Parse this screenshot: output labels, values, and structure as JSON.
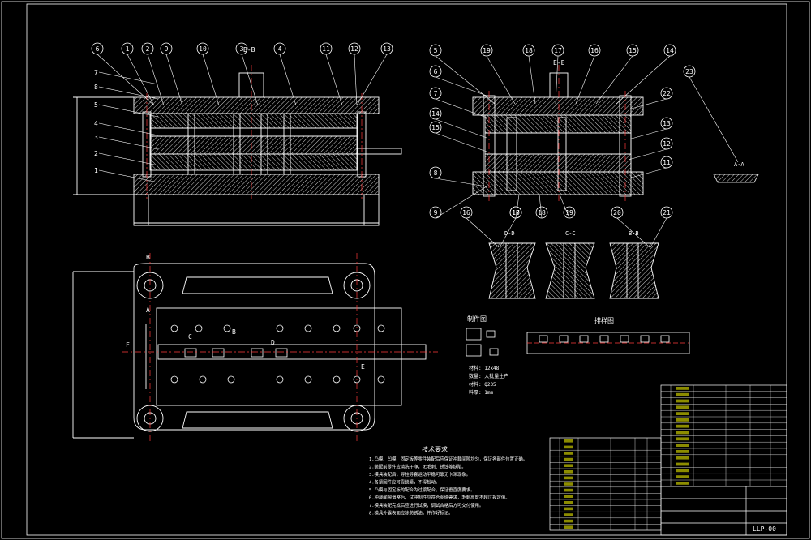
{
  "drawing": {
    "drawing_number": "LLP-00",
    "colors": {
      "background": "#000000",
      "border": "#ffffff",
      "outline": "#ffffff",
      "hatch": "#ffffff",
      "centerline": "#ff3b3b",
      "balloon": "#ffffff",
      "dimension": "#ffffff",
      "block_accent": "#ffff00",
      "dim_text": "#ffffff"
    },
    "main_view": {
      "section_label": "B-B",
      "callouts": [
        "6",
        "1",
        "2",
        "9",
        "10",
        "3",
        "4",
        "11",
        "12",
        "13"
      ],
      "left_callouts": [
        "7",
        "8",
        "5",
        "4",
        "3",
        "2",
        "1"
      ]
    },
    "side_view": {
      "section_label": "E-E",
      "top_callouts": [
        "5",
        "19",
        "18",
        "17",
        "16",
        "15",
        "14"
      ],
      "left_callouts": [
        "6",
        "7",
        "14",
        "15",
        "8",
        "9"
      ],
      "right_callouts": [
        "22",
        "13",
        "12",
        "11"
      ],
      "bottom_callouts": [
        "10",
        "18",
        "19"
      ],
      "detail_label": "A-A",
      "detail_callout": "23"
    },
    "small_sections": [
      {
        "label": "D-D",
        "callout": "16"
      },
      {
        "label": "C-C",
        "callout": "17"
      },
      {
        "label": "B-B",
        "callout": "20"
      },
      {
        "label": "",
        "callout": "21"
      }
    ],
    "plan_view": {
      "labels": [
        "B",
        "A",
        "C",
        "B",
        "D",
        "E",
        "F"
      ]
    },
    "part_drawing": {
      "title": "制件图",
      "notes": [
        "材料: 12x48",
        "数量: 大批量生产",
        "材料: Q235",
        "料厚: 1mm"
      ]
    },
    "layout_drawing": {
      "title": "排样图"
    },
    "tech_requirements": {
      "title": "技术要求",
      "items": [
        "1.凸模、凹模、固定板等零件装配后应保证冲裁间隙均匀，保证各部件位置正确。",
        "2.装配前零件应清洗干净，无毛刺、锈蚀等缺陷。",
        "3.模具装配后，导柱导套运动平稳可靠无卡滞现象。",
        "4.各紧固件应可靠锁紧，不得松动。",
        "5.凸模与固定板的配合为过渡配合，保证垂直度要求。",
        "6.冲裁间隙调整后，试冲制件应符合图纸要求，毛刺高度不超过规定值。",
        "7.模具装配完成后应进行试模，调试合格后方可交付使用。",
        "8.模具外露表面应涂防锈油，并作好标记。"
      ]
    },
    "bom_rows": 16,
    "title_block": {
      "name": "LLP-00"
    }
  }
}
